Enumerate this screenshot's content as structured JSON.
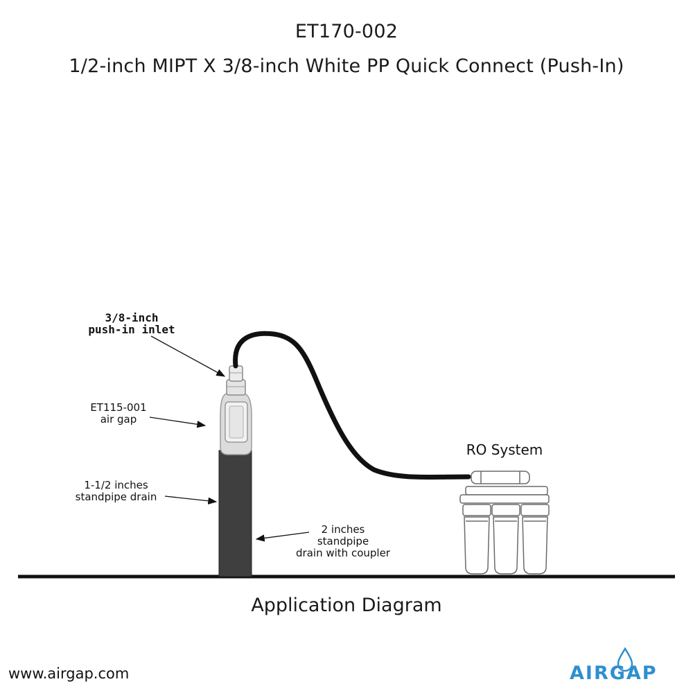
{
  "header": {
    "part_number": "ET170-002",
    "description": "1/2-inch MIPT X 3/8-inch White PP Quick Connect (Push-In)"
  },
  "labels": {
    "inlet": [
      "3/8-inch",
      "push-in inlet"
    ],
    "air_gap": [
      "ET115-001",
      "air gap"
    ],
    "standpipe_small": [
      "1-1/2 inches",
      "standpipe drain"
    ],
    "standpipe_large": [
      "2 inches",
      "standpipe",
      "drain with coupler"
    ],
    "ro_system": "RO System"
  },
  "footer": {
    "caption": "Application Diagram",
    "website": "www.airgap.com",
    "logo": "AIRGAP"
  },
  "colors": {
    "brand_blue": "#2f8fcf",
    "pipe": "#3f3f3f",
    "tube": "#111111",
    "fitting": "#dcdcdc"
  }
}
